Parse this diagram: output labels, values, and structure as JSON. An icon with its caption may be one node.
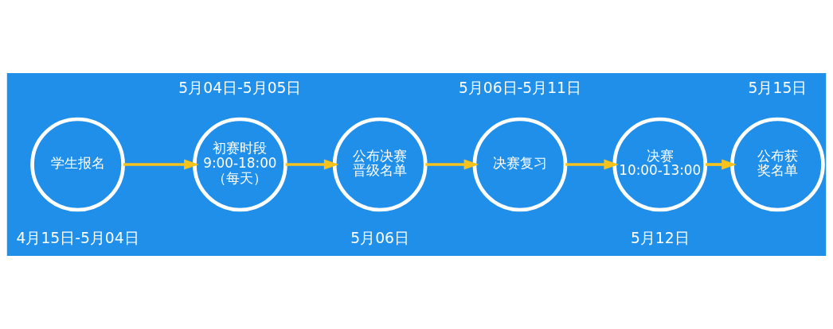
{
  "diagram": {
    "nodes": [
      {
        "text": [
          "学生报名"
        ],
        "beside": [
          "4月15日-5月04日"
        ]
      },
      {
        "text": [
          "初赛时段",
          "9:00-18:00",
          "（每天）"
        ],
        "beside": [
          "5月04日-5月05日"
        ]
      },
      {
        "text": [
          "公布决赛晋级名单"
        ],
        "beside": [
          "5月06日"
        ]
      },
      {
        "text": [
          "决赛复习"
        ],
        "beside": [
          "5月06日-5月11日"
        ]
      },
      {
        "text": [
          "决赛",
          "10:00-13:00"
        ],
        "beside": [
          "5月12日"
        ]
      },
      {
        "text": [
          "公布获奖名单"
        ],
        "beside": [
          "5月15日"
        ]
      }
    ],
    "edges": [
      {
        "from": 0,
        "to": 1,
        "arrow": "to"
      },
      {
        "from": 1,
        "to": 2,
        "arrow": "to"
      },
      {
        "from": 2,
        "to": 3,
        "arrow": "to"
      },
      {
        "from": 3,
        "to": 4,
        "arrow": "to"
      },
      {
        "from": 4,
        "to": 5,
        "arrow": "to"
      }
    ]
  }
}
